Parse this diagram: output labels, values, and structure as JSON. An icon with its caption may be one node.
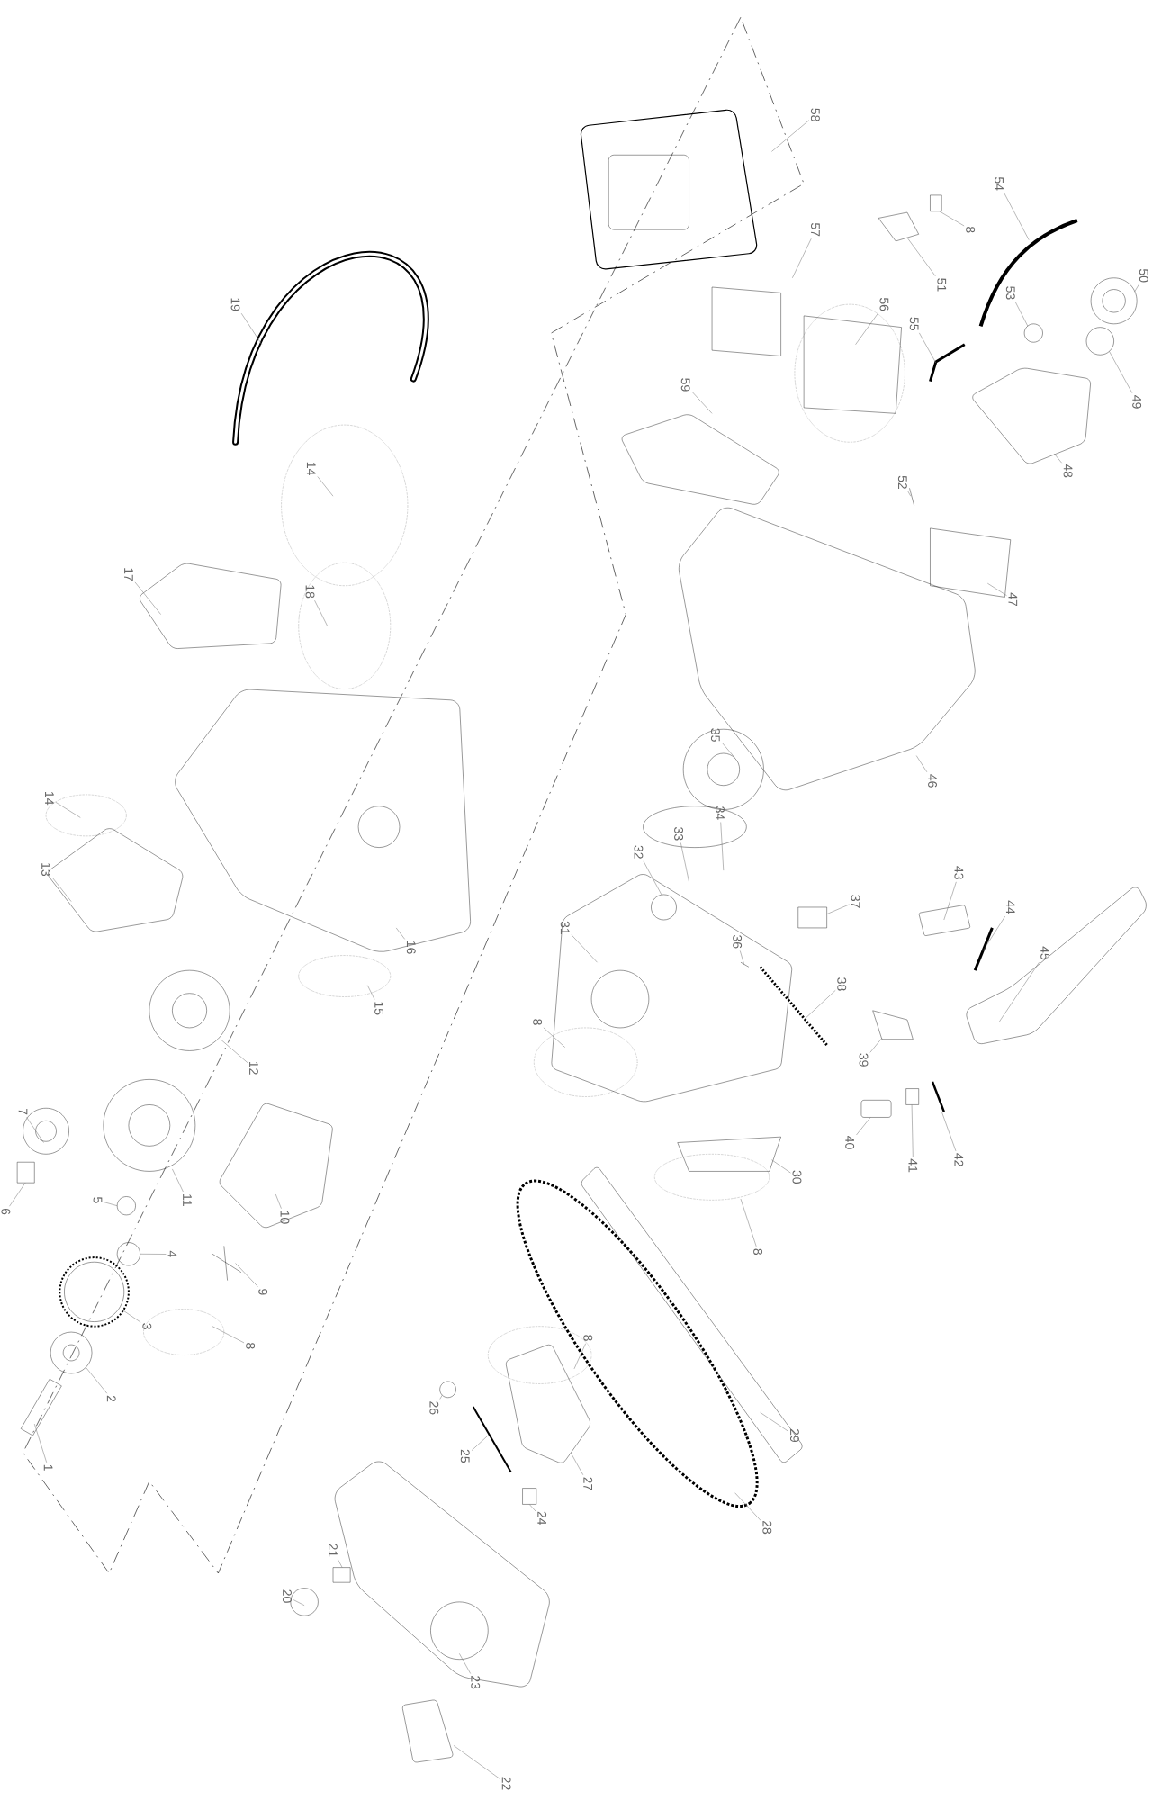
{
  "diagram": {
    "nodes": [
      {
        "text": [
          "1"
        ]
      },
      {
        "text": [
          "2"
        ]
      },
      {
        "text": [
          "3"
        ]
      },
      {
        "text": [
          "4"
        ]
      },
      {
        "text": [
          "5"
        ]
      },
      {
        "text": [
          "6"
        ]
      },
      {
        "text": [
          "7"
        ]
      },
      {
        "text": [
          "8"
        ]
      },
      {
        "text": [
          "8"
        ]
      },
      {
        "text": [
          "8"
        ]
      },
      {
        "text": [
          "8"
        ]
      },
      {
        "text": [
          "8"
        ]
      },
      {
        "text": [
          "9"
        ]
      },
      {
        "text": [
          "10"
        ]
      },
      {
        "text": [
          "11"
        ]
      },
      {
        "text": [
          "12"
        ]
      },
      {
        "text": [
          "13"
        ]
      },
      {
        "text": [
          "14"
        ]
      },
      {
        "text": [
          "14"
        ]
      },
      {
        "text": [
          "15"
        ]
      },
      {
        "text": [
          "16"
        ]
      },
      {
        "text": [
          "17"
        ]
      },
      {
        "text": [
          "18"
        ]
      },
      {
        "text": [
          "19"
        ]
      },
      {
        "text": [
          "20"
        ]
      },
      {
        "text": [
          "21"
        ]
      },
      {
        "text": [
          "22"
        ]
      },
      {
        "text": [
          "23"
        ]
      },
      {
        "text": [
          "24"
        ]
      },
      {
        "text": [
          "25"
        ]
      },
      {
        "text": [
          "26"
        ]
      },
      {
        "text": [
          "27"
        ]
      },
      {
        "text": [
          "28"
        ]
      },
      {
        "text": [
          "29"
        ]
      },
      {
        "text": [
          "30"
        ]
      },
      {
        "text": [
          "31"
        ]
      },
      {
        "text": [
          "32"
        ]
      },
      {
        "text": [
          "33"
        ]
      },
      {
        "text": [
          "34"
        ]
      },
      {
        "text": [
          "35"
        ]
      },
      {
        "text": [
          "36"
        ]
      },
      {
        "text": [
          "37"
        ]
      },
      {
        "text": [
          "38"
        ]
      },
      {
        "text": [
          "39"
        ]
      },
      {
        "text": [
          "40"
        ]
      },
      {
        "text": [
          "41"
        ]
      },
      {
        "text": [
          "42"
        ]
      },
      {
        "text": [
          "43"
        ]
      },
      {
        "text": [
          "44"
        ]
      },
      {
        "text": [
          "45"
        ]
      },
      {
        "text": [
          "46"
        ]
      },
      {
        "text": [
          "47"
        ]
      },
      {
        "text": [
          "48"
        ]
      },
      {
        "text": [
          "49"
        ]
      },
      {
        "text": [
          "50"
        ]
      },
      {
        "text": [
          "51"
        ]
      },
      {
        "text": [
          "52"
        ]
      },
      {
        "text": [
          "53"
        ]
      },
      {
        "text": [
          "54"
        ]
      },
      {
        "text": [
          "55"
        ]
      },
      {
        "text": [
          "56"
        ]
      },
      {
        "text": [
          "57"
        ]
      },
      {
        "text": [
          "58"
        ]
      },
      {
        "text": [
          "59"
        ]
      }
    ],
    "edges": [
      {
        "from": 0,
        "to": null,
        "arrow": "none"
      },
      {
        "from": 1,
        "to": null,
        "arrow": "none"
      },
      {
        "from": 2,
        "to": null,
        "arrow": "none"
      },
      {
        "from": 3,
        "to": null,
        "arrow": "none"
      },
      {
        "from": 4,
        "to": null,
        "arrow": "none"
      },
      {
        "from": 5,
        "to": null,
        "arrow": "none"
      },
      {
        "from": 6,
        "to": null,
        "arrow": "none"
      },
      {
        "from": 7,
        "to": null,
        "arrow": "none"
      },
      {
        "from": 8,
        "to": null,
        "arrow": "none"
      },
      {
        "from": 9,
        "to": null,
        "arrow": "none"
      },
      {
        "from": 10,
        "to": null,
        "arrow": "none"
      },
      {
        "from": 11,
        "to": null,
        "arrow": "none"
      },
      {
        "from": 12,
        "to": null,
        "arrow": "none"
      },
      {
        "from": 13,
        "to": null,
        "arrow": "none"
      },
      {
        "from": 14,
        "to": null,
        "arrow": "none"
      },
      {
        "from": 15,
        "to": null,
        "arrow": "none"
      },
      {
        "from": 16,
        "to": null,
        "arrow": "none"
      },
      {
        "from": 17,
        "to": null,
        "arrow": "none"
      },
      {
        "from": 18,
        "to": null,
        "arrow": "none"
      },
      {
        "from": 19,
        "to": null,
        "arrow": "none"
      },
      {
        "from": 20,
        "to": null,
        "arrow": "none"
      },
      {
        "from": 21,
        "to": null,
        "arrow": "none"
      },
      {
        "from": 22,
        "to": null,
        "arrow": "none"
      },
      {
        "from": 23,
        "to": null,
        "arrow": "none"
      },
      {
        "from": 24,
        "to": null,
        "arrow": "none"
      },
      {
        "from": 25,
        "to": null,
        "arrow": "none"
      },
      {
        "from": 26,
        "to": null,
        "arrow": "none"
      },
      {
        "from": 27,
        "to": null,
        "arrow": "none"
      },
      {
        "from": 28,
        "to": null,
        "arrow": "none"
      },
      {
        "from": 29,
        "to": null,
        "arrow": "none"
      },
      {
        "from": 30,
        "to": null,
        "arrow": "none"
      },
      {
        "from": 31,
        "to": null,
        "arrow": "none"
      },
      {
        "from": 32,
        "to": null,
        "arrow": "none"
      },
      {
        "from": 33,
        "to": null,
        "arrow": "none"
      },
      {
        "from": 34,
        "to": null,
        "arrow": "none"
      },
      {
        "from": 35,
        "to": null,
        "arrow": "none"
      },
      {
        "from": 36,
        "to": null,
        "arrow": "none"
      },
      {
        "from": 37,
        "to": null,
        "arrow": "none"
      },
      {
        "from": 38,
        "to": null,
        "arrow": "none"
      },
      {
        "from": 39,
        "to": null,
        "arrow": "none"
      },
      {
        "from": 40,
        "to": null,
        "arrow": "none"
      },
      {
        "from": 41,
        "to": null,
        "arrow": "none"
      },
      {
        "from": 42,
        "to": null,
        "arrow": "none"
      },
      {
        "from": 43,
        "to": null,
        "arrow": "none"
      },
      {
        "from": 44,
        "to": null,
        "arrow": "none"
      },
      {
        "from": 45,
        "to": null,
        "arrow": "none"
      },
      {
        "from": 46,
        "to": null,
        "arrow": "none"
      },
      {
        "from": 47,
        "to": null,
        "arrow": "none"
      },
      {
        "from": 48,
        "to": null,
        "arrow": "none"
      },
      {
        "from": 49,
        "to": null,
        "arrow": "none"
      },
      {
        "from": 50,
        "to": null,
        "arrow": "none"
      },
      {
        "from": 51,
        "to": null,
        "arrow": "none"
      },
      {
        "from": 52,
        "to": null,
        "arrow": "none"
      },
      {
        "from": 53,
        "to": null,
        "arrow": "none"
      },
      {
        "from": 54,
        "to": null,
        "arrow": "none"
      },
      {
        "from": 55,
        "to": null,
        "arrow": "none"
      },
      {
        "from": 56,
        "to": null,
        "arrow": "none"
      },
      {
        "from": 57,
        "to": null,
        "arrow": "none"
      },
      {
        "from": 58,
        "to": null,
        "arrow": "none"
      },
      {
        "from": 59,
        "to": null,
        "arrow": "none"
      },
      {
        "from": 60,
        "to": null,
        "arrow": "none"
      },
      {
        "from": 61,
        "to": null,
        "arrow": "none"
      },
      {
        "from": 62,
        "to": null,
        "arrow": "none"
      },
      {
        "from": 63,
        "to": null,
        "arrow": "none"
      }
    ]
  }
}
